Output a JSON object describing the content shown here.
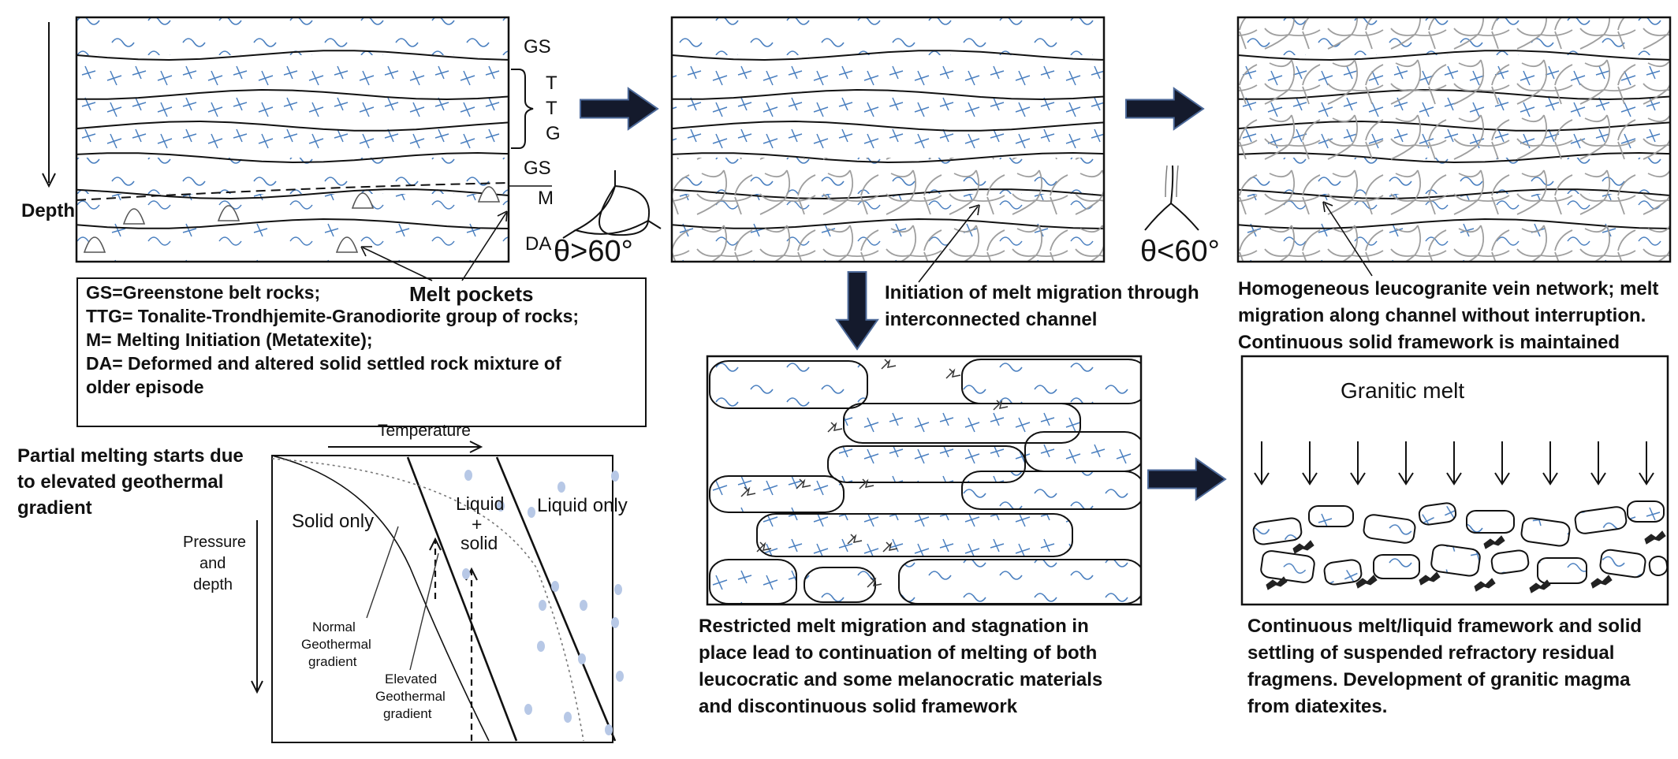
{
  "panel1": {
    "labels": {
      "gs_top": "GS",
      "t1": "T",
      "t2": "T",
      "g": "G",
      "gs_mid": "GS",
      "m": "M",
      "da": "DA",
      "depth": "Depth"
    },
    "melt_pockets": "Melt pockets"
  },
  "angles": {
    "obtuse": "θ>60°",
    "acute": "θ<60°"
  },
  "legend": {
    "lines": [
      "GS=Greenstone belt rocks;",
      "TTG= Tonalite-Trondhjemite-Granodiorite group of rocks;",
      "M= Melting Initiation (Metatexite);",
      "DA= Deformed and altered solid settled rock mixture of",
      "older episode"
    ]
  },
  "phase_diagram": {
    "intro": "Partial melting starts due to elevated geothermal gradient",
    "temperature": "Temperature",
    "pressure_line1": "Pressure",
    "pressure_line2": "and",
    "pressure_line3": "depth",
    "solid_only": "Solid only",
    "liquid_solid_1": "Liquid",
    "liquid_solid_2": "+",
    "liquid_solid_3": "solid",
    "liquid_only": "Liquid only",
    "normal_1": "Normal",
    "normal_2": "Geothermal",
    "normal_3": "gradient",
    "elevated_1": "Elevated",
    "elevated_2": "Geothermal",
    "elevated_3": "gradient"
  },
  "captions": {
    "panel2": "Initiation of melt migration through interconnected channel",
    "panel3": "Homogeneous leucogranite vein network; melt migration along channel without interruption. Continuous solid framework is maintained",
    "panel4": "Restricted melt migration and stagnation in place lead to continuation of melting of both leucocratic and some melanocratic materials and discontinuous solid framework",
    "panel5_title": "Granitic melt",
    "panel5": "Continuous melt/liquid framework and solid settling of suspended refractory residual fragmens. Development of granitic magma from diatexites."
  },
  "colors": {
    "pattern_blue": "#4a7fbf",
    "arrow_fill": "#141a2c",
    "arrow_outline": "#4d6a9a",
    "vein_grey": "#9a9a9a",
    "dot_blue": "#b7c8e6"
  }
}
